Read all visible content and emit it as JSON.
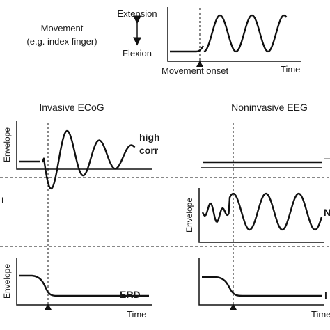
{
  "top": {
    "movement_label_line1": "Movement",
    "movement_label_line2": "(e.g. index finger)",
    "extension_label": "Extension",
    "flexion_label": "Flexion",
    "movement_onset_label": "Movement onset",
    "time_label": "Time"
  },
  "columns": {
    "ecog_title": "Invasive ECoG",
    "eeg_title": "Noninvasive EEG"
  },
  "rows": {
    "envelope_label": "Envelope",
    "high_corr_line1": "high",
    "high_corr_line2": "corr",
    "erd_label": "ERD",
    "time_label": "Time",
    "edge_fragment_left": "L",
    "edge_fragment_right_row1": "—",
    "edge_fragment_right_row2": "N",
    "edge_fragment_right_row3": "l"
  }
}
